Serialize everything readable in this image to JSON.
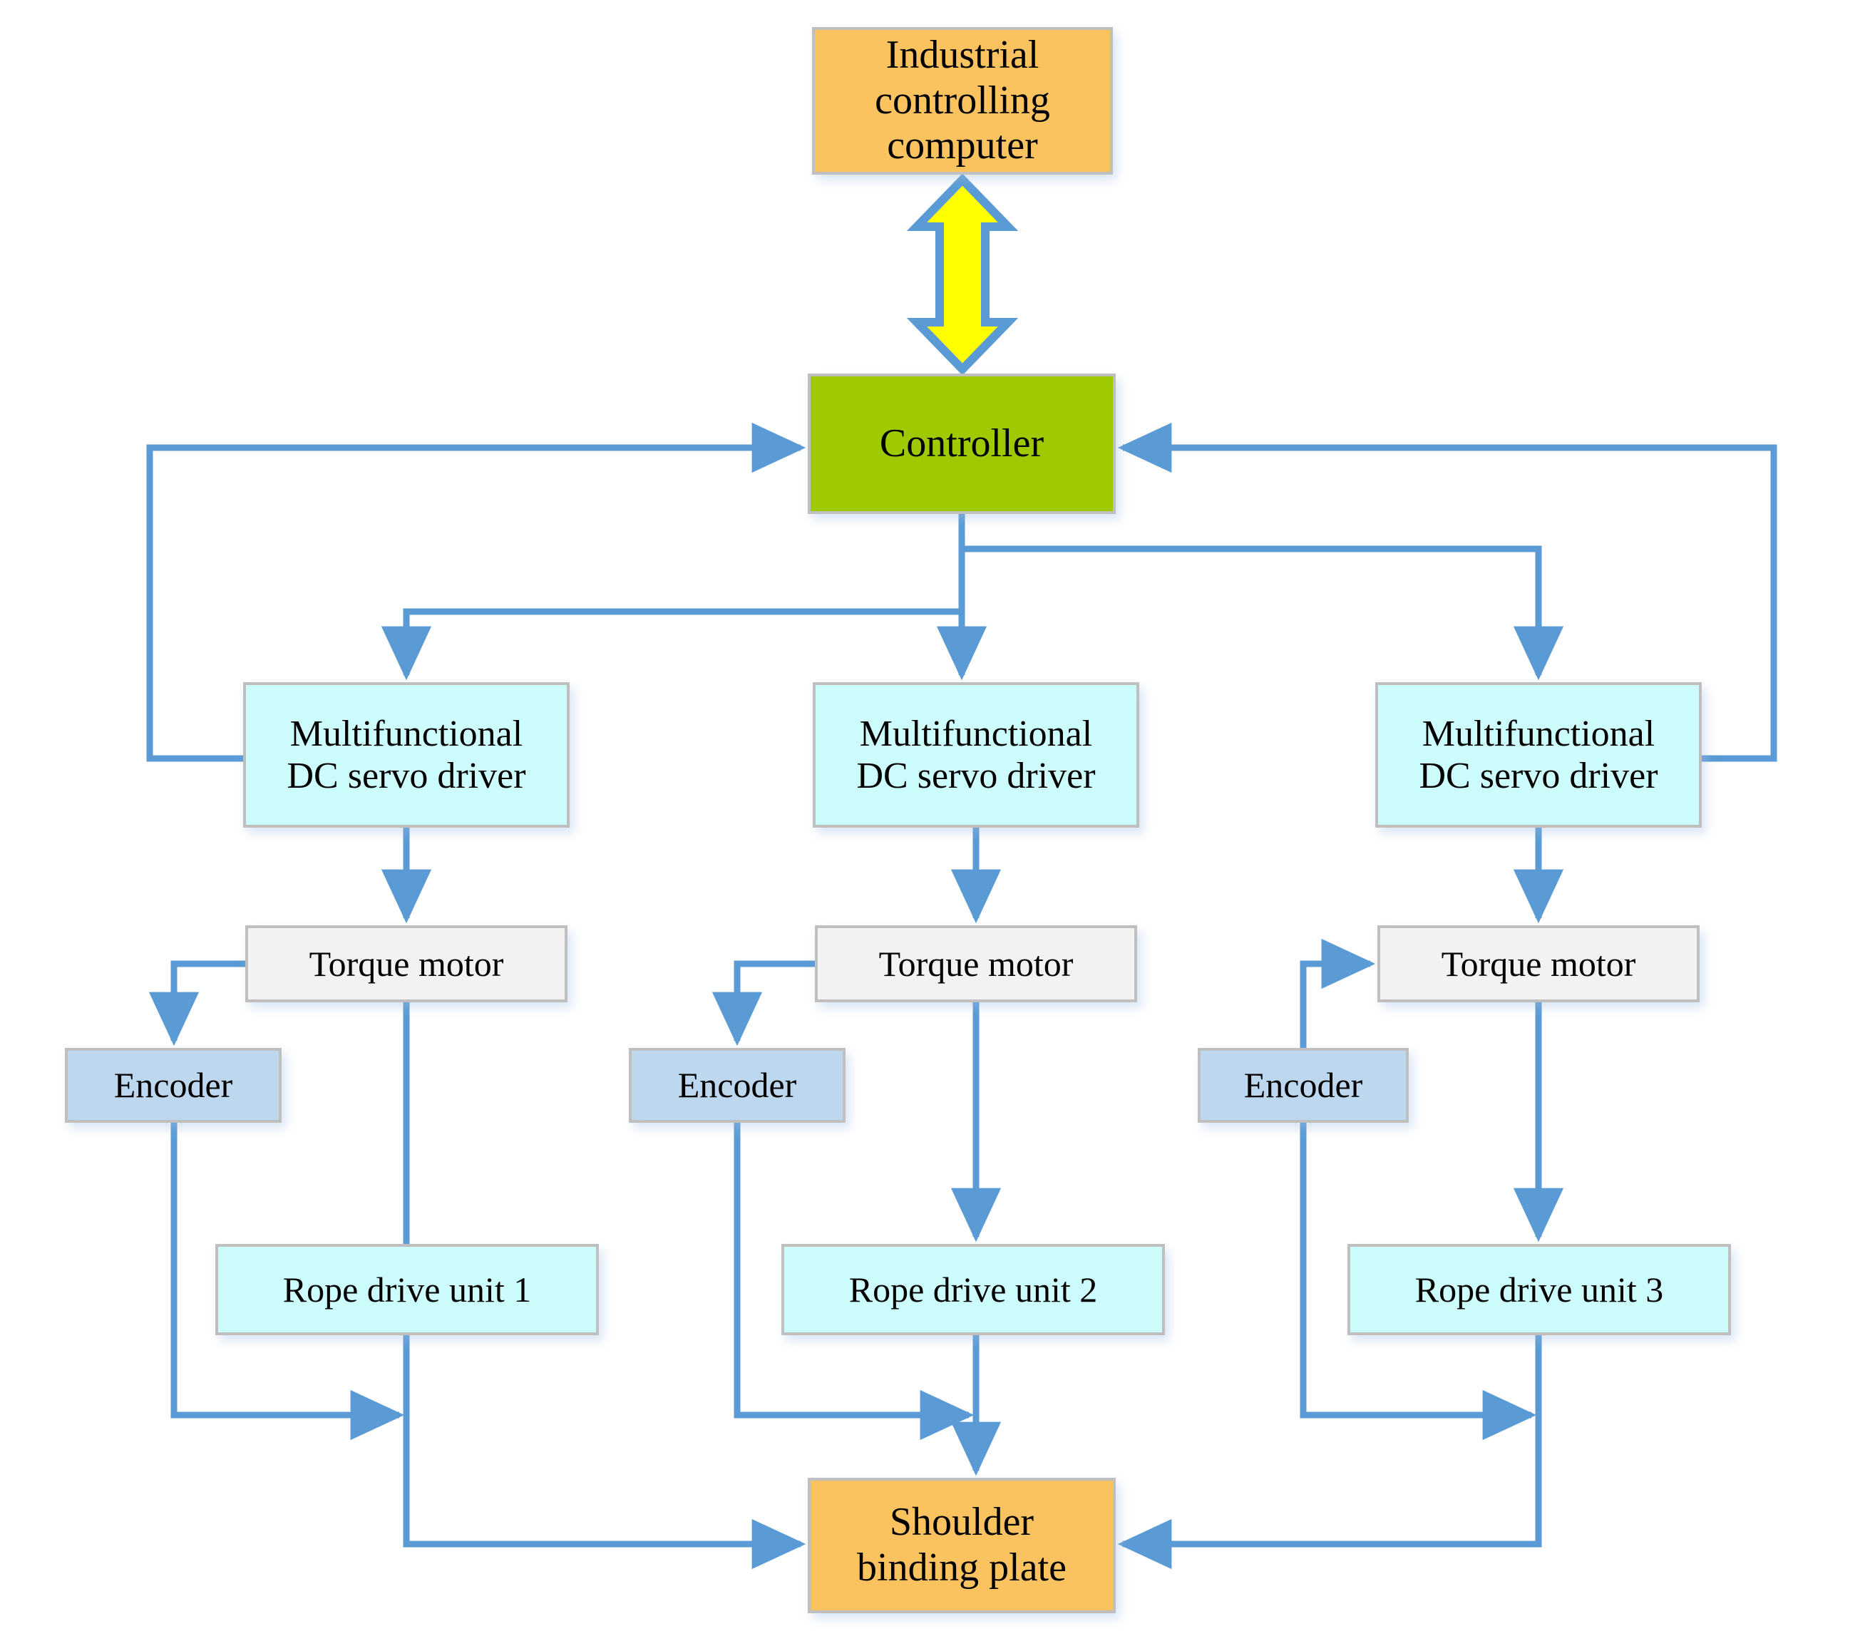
{
  "diagram": {
    "title": "Rope-driven shoulder rehabilitation control system block diagram",
    "type": "block-diagram",
    "colors": {
      "orange": "#fbc35f",
      "green": "#9fc900",
      "cyan": "#cdfcfd",
      "gray": "#f2f2f2",
      "blue": "#bdd7ee",
      "arrow": "#5b9bd5",
      "arrow_highlight": "#ffff00",
      "border": "#bfbfbf"
    },
    "nodes": {
      "industrial_computer": "Industrial\ncontrolling\ncomputer",
      "controller": "Controller",
      "driver1": "Multifunctional\nDC servo driver",
      "driver2": "Multifunctional\nDC servo driver",
      "driver3": "Multifunctional\nDC servo driver",
      "motor1": "Torque motor",
      "motor2": "Torque motor",
      "motor3": "Torque motor",
      "encoder1": "Encoder",
      "encoder2": "Encoder",
      "encoder3": "Encoder",
      "rope1": "Rope drive unit 1",
      "rope2": "Rope drive unit 2",
      "rope3": "Rope drive unit 3",
      "plate": "Shoulder\nbinding plate"
    },
    "edges": [
      {
        "from": "industrial_computer",
        "to": "controller",
        "style": "bidirectional-block-arrow",
        "color": "#ffff00"
      },
      {
        "from": "controller",
        "to": "driver1",
        "style": "arrow"
      },
      {
        "from": "controller",
        "to": "driver2",
        "style": "arrow"
      },
      {
        "from": "controller",
        "to": "driver3",
        "style": "arrow"
      },
      {
        "from": "driver1",
        "to": "controller",
        "style": "feedback-arrow-left"
      },
      {
        "from": "driver3",
        "to": "controller",
        "style": "feedback-arrow-right"
      },
      {
        "from": "driver1",
        "to": "motor1",
        "style": "arrow"
      },
      {
        "from": "driver2",
        "to": "motor2",
        "style": "arrow"
      },
      {
        "from": "driver3",
        "to": "motor3",
        "style": "arrow"
      },
      {
        "from": "motor1",
        "to": "encoder1",
        "style": "arrow"
      },
      {
        "from": "motor2",
        "to": "encoder2",
        "style": "arrow"
      },
      {
        "from": "encoder3",
        "to": "motor3",
        "style": "arrow"
      },
      {
        "from": "motor1",
        "to": "rope1",
        "style": "line"
      },
      {
        "from": "motor2",
        "to": "rope2",
        "style": "arrow"
      },
      {
        "from": "motor3",
        "to": "rope3",
        "style": "arrow"
      },
      {
        "from": "encoder1",
        "to": "rope1_output",
        "style": "arrow"
      },
      {
        "from": "encoder2",
        "to": "rope2_output",
        "style": "arrow"
      },
      {
        "from": "encoder3",
        "to": "rope3_output",
        "style": "arrow"
      },
      {
        "from": "rope1",
        "to": "plate",
        "style": "arrow"
      },
      {
        "from": "rope2",
        "to": "plate",
        "style": "arrow"
      },
      {
        "from": "rope3",
        "to": "plate",
        "style": "arrow"
      }
    ]
  }
}
